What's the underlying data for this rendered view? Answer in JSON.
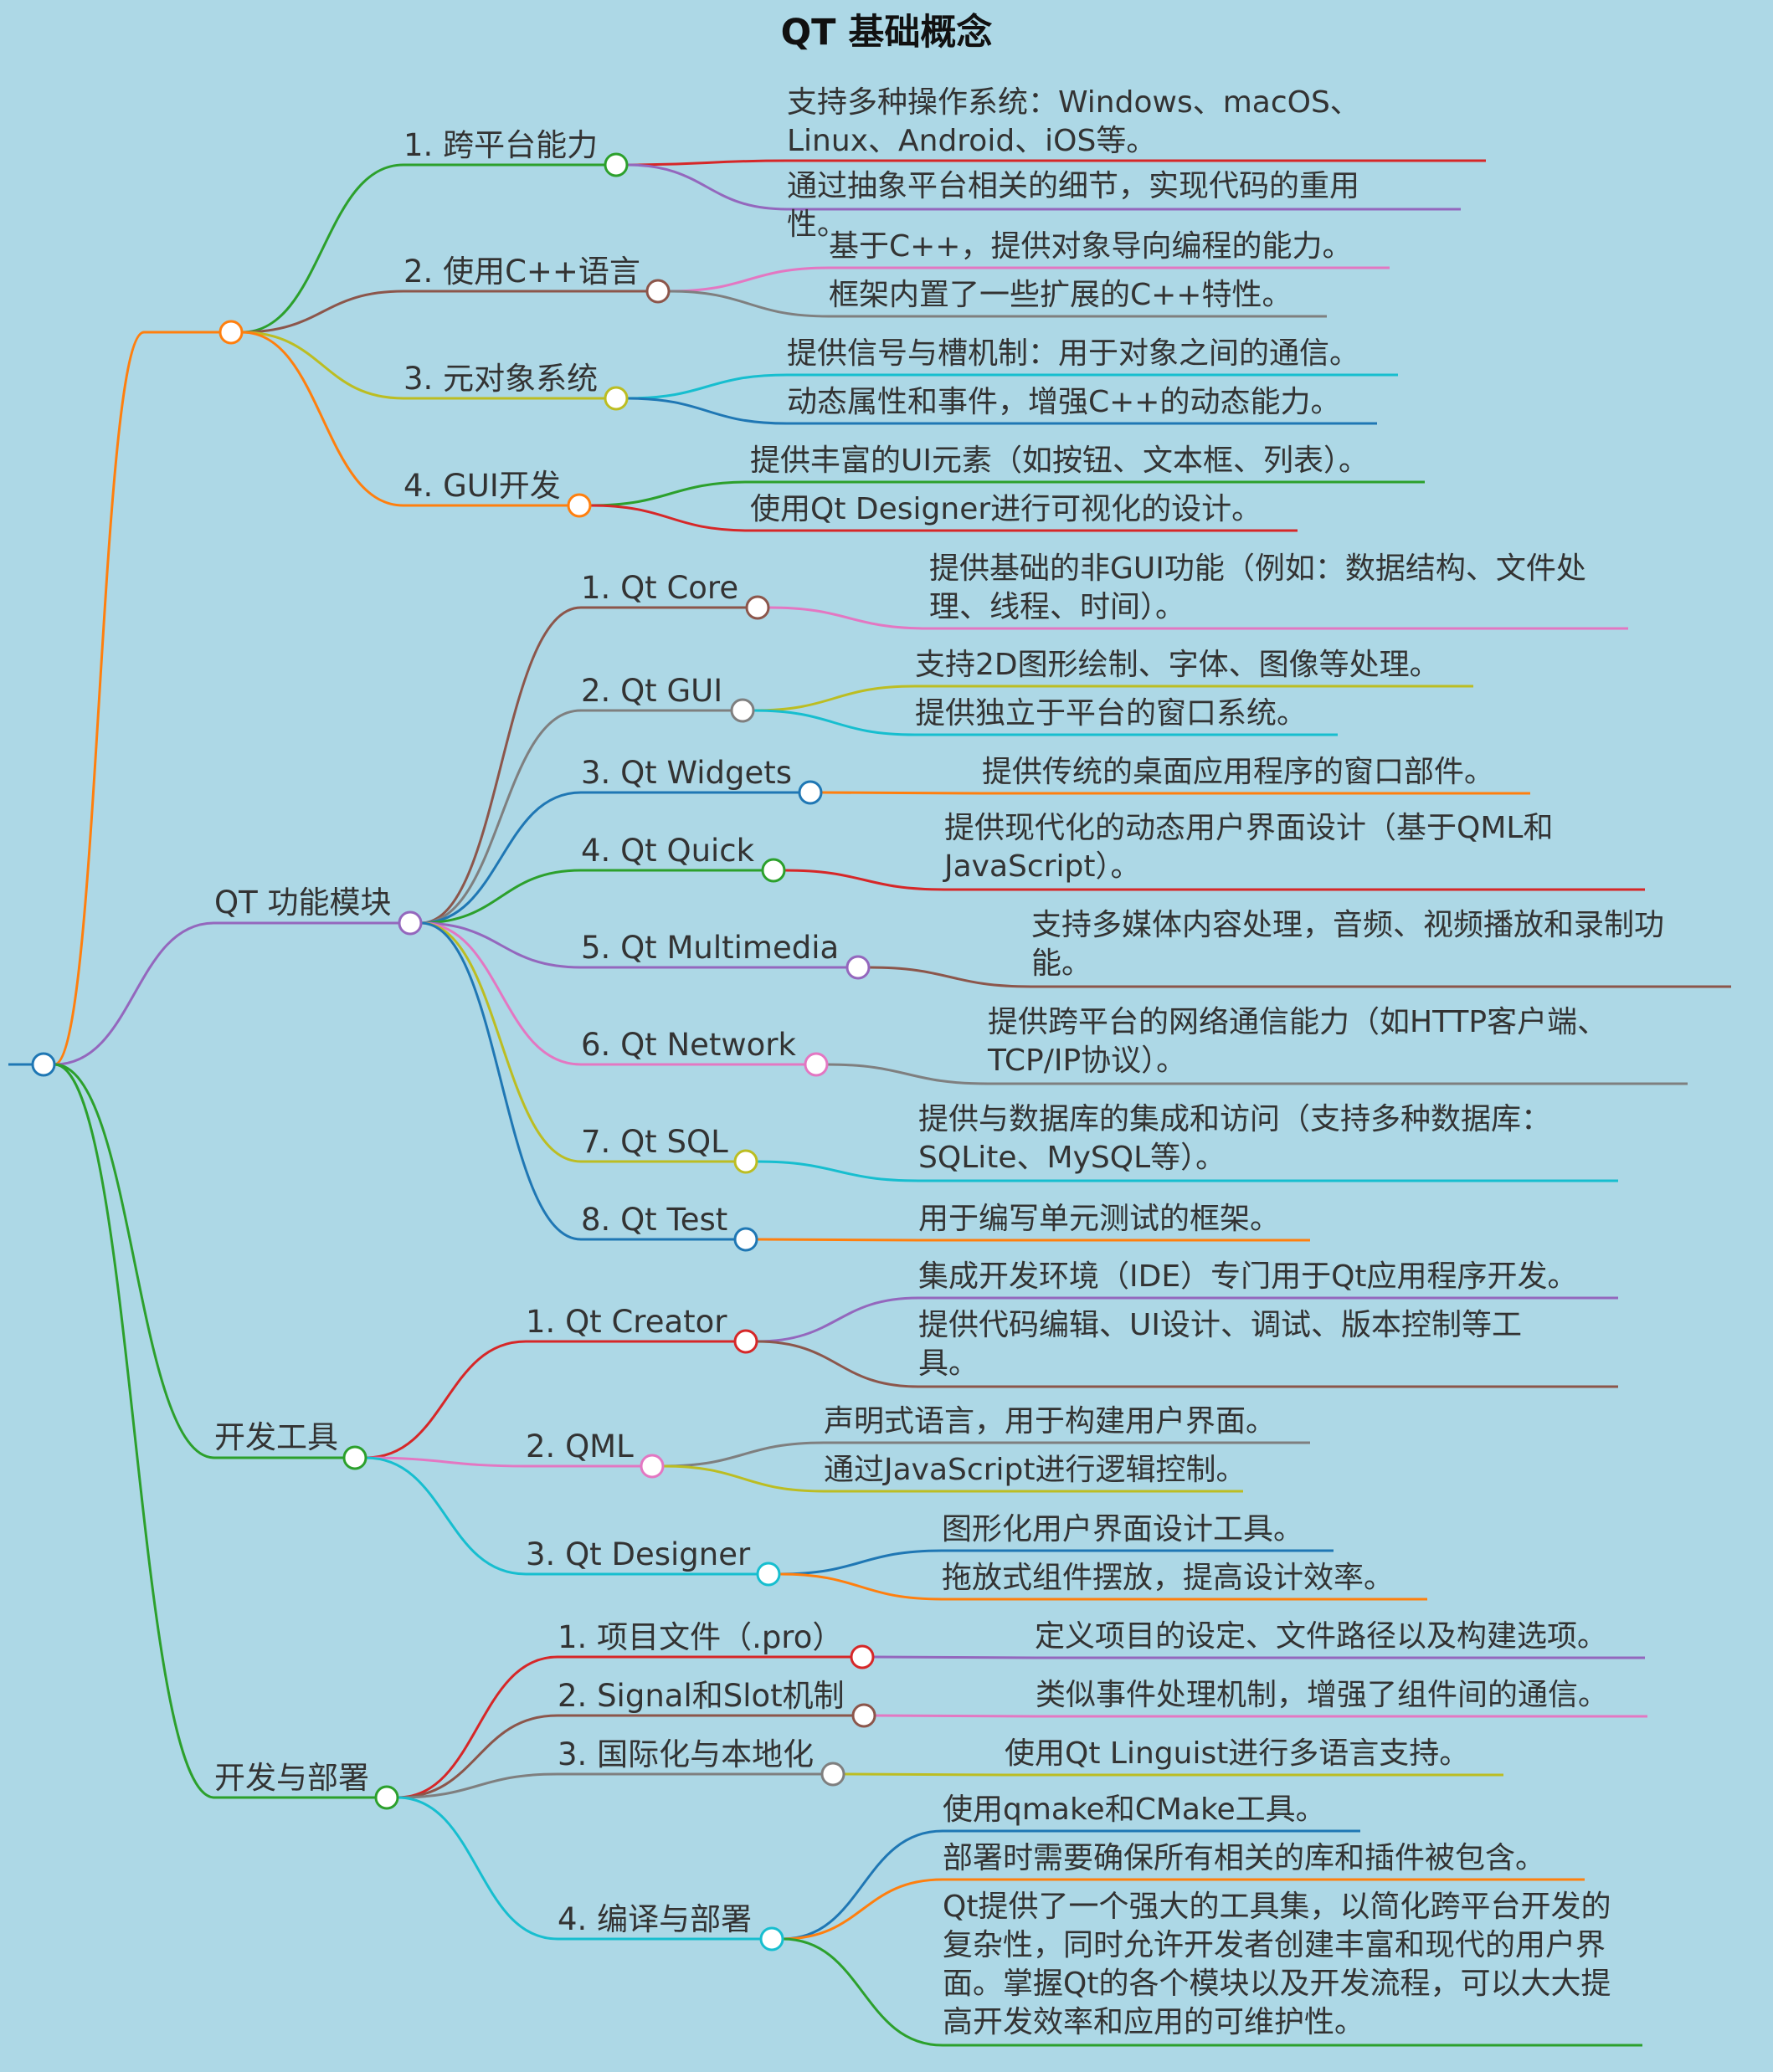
{
  "title": "QT 基础概念",
  "branches": [
    {
      "label": "",
      "children": [
        {
          "label": "1. 跨平台能力",
          "leaves": [
            "支持多种操作系统：Windows、macOS、Linux、Android、iOS等。",
            "通过抽象平台相关的细节，实现代码的重用性。"
          ]
        },
        {
          "label": "2. 使用C++语言",
          "leaves": [
            "基于C++，提供对象导向编程的能力。",
            "框架内置了一些扩展的C++特性。"
          ]
        },
        {
          "label": "3. 元对象系统",
          "leaves": [
            "提供信号与槽机制：用于对象之间的通信。",
            "动态属性和事件，增强C++的动态能力。"
          ]
        },
        {
          "label": "4. GUI开发",
          "leaves": [
            "提供丰富的UI元素（如按钮、文本框、列表）。",
            "使用Qt Designer进行可视化的设计。"
          ]
        }
      ]
    },
    {
      "label": "QT 功能模块",
      "children": [
        {
          "label": "1. Qt Core",
          "leaves": [
            "提供基础的非GUI功能（例如：数据结构、文件处理、线程、时间）。"
          ]
        },
        {
          "label": "2. Qt GUI",
          "leaves": [
            "支持2D图形绘制、字体、图像等处理。",
            "提供独立于平台的窗口系统。"
          ]
        },
        {
          "label": "3. Qt Widgets",
          "leaves": [
            "提供传统的桌面应用程序的窗口部件。"
          ]
        },
        {
          "label": "4. Qt Quick",
          "leaves": [
            "提供现代化的动态用户界面设计（基于QML和JavaScript）。"
          ]
        },
        {
          "label": "5. Qt Multimedia",
          "leaves": [
            "支持多媒体内容处理，音频、视频播放和录制功能。"
          ]
        },
        {
          "label": "6. Qt Network",
          "leaves": [
            "提供跨平台的网络通信能力（如HTTP客户端、TCP/IP协议）。"
          ]
        },
        {
          "label": "7. Qt SQL",
          "leaves": [
            "提供与数据库的集成和访问（支持多种数据库：SQLite、MySQL等）。"
          ]
        },
        {
          "label": "8. Qt Test",
          "leaves": [
            "用于编写单元测试的框架。"
          ]
        }
      ]
    },
    {
      "label": "开发工具",
      "children": [
        {
          "label": "1. Qt Creator",
          "leaves": [
            "集成开发环境（IDE）专门用于Qt应用程序开发。",
            "提供代码编辑、UI设计、调试、版本控制等工具。"
          ]
        },
        {
          "label": "2. QML",
          "leaves": [
            "声明式语言，用于构建用户界面。",
            "通过JavaScript进行逻辑控制。"
          ]
        },
        {
          "label": "3. Qt Designer",
          "leaves": [
            "图形化用户界面设计工具。",
            "拖放式组件摆放，提高设计效率。"
          ]
        }
      ]
    },
    {
      "label": "开发与部署",
      "children": [
        {
          "label": "1. 项目文件（.pro）",
          "leaves": [
            "定义项目的设定、文件路径以及构建选项。"
          ]
        },
        {
          "label": "2. Signal和Slot机制",
          "leaves": [
            "类似事件处理机制，增强了组件间的通信。"
          ]
        },
        {
          "label": "3. 国际化与本地化",
          "leaves": [
            "使用Qt Linguist进行多语言支持。"
          ]
        },
        {
          "label": "4. 编译与部署",
          "leaves": [
            "使用qmake和CMake工具。",
            "部署时需要确保所有相关的库和插件被包含。",
            "Qt提供了一个强大的工具集，以简化跨平台开发的复杂性，同时允许开发者创建丰富和现代的用户界面。掌握Qt的各个模块以及开发流程，可以大大提高开发效率和应用的可维护性。"
          ]
        }
      ]
    }
  ]
}
